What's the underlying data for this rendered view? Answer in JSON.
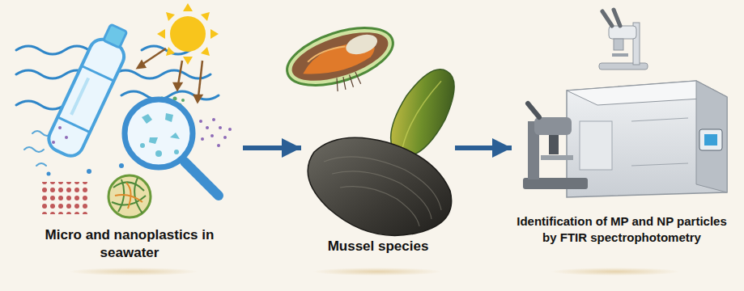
{
  "diagram": {
    "nodes": [
      {
        "text": [
          "Micro and nanoplastics in seawater"
        ]
      },
      {
        "text": [
          "Mussel species"
        ]
      },
      {
        "text": [
          "Identification of MP and NP particles by FTIR spectrophotometry"
        ]
      }
    ],
    "edges": [
      {
        "from": 0,
        "to": 1,
        "arrow": "to"
      },
      {
        "from": 1,
        "to": 2,
        "arrow": "to"
      }
    ]
  }
}
